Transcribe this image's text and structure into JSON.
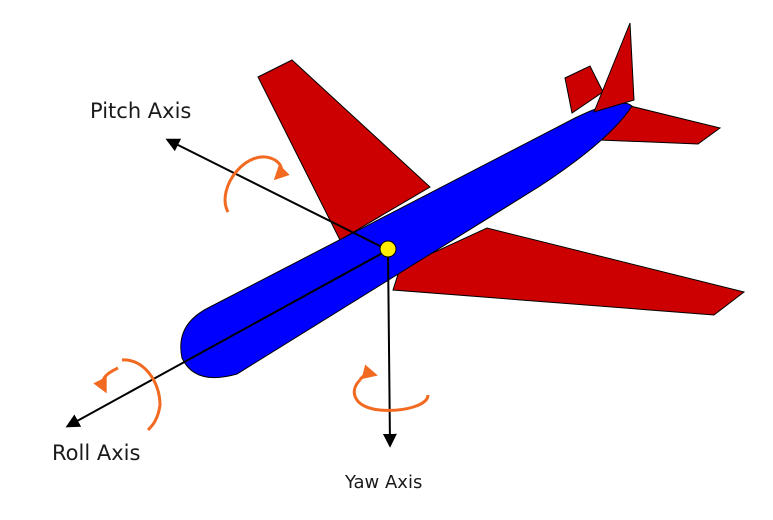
{
  "labels": {
    "pitch": "Pitch Axis",
    "roll": "Roll Axis",
    "yaw": "Yaw Axis"
  },
  "colors": {
    "fuselage": "#0000ff",
    "wings": "#cc0000",
    "center_of_gravity": "#ffee00",
    "rotation_arrows": "#f26a21",
    "axes": "#000000"
  }
}
